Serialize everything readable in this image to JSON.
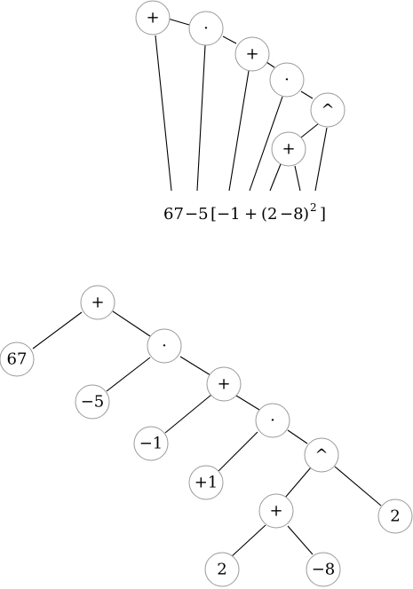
{
  "top_tree": {
    "nodes": [
      {
        "id": "t-plus-1",
        "label": "+"
      },
      {
        "id": "t-dot-1",
        "label": "·"
      },
      {
        "id": "t-plus-2",
        "label": "+"
      },
      {
        "id": "t-dot-2",
        "label": "·"
      },
      {
        "id": "t-pow",
        "label": "^"
      },
      {
        "id": "t-plus-3",
        "label": "+"
      }
    ],
    "expression": {
      "a": "67",
      "minus5": "−5",
      "lbracket": "[",
      "minus1": "−1",
      "plus": "+",
      "lparen": "(",
      "two": "2",
      "minus8": "−8",
      "rparen": ")",
      "exp": "2",
      "rbracket": "]"
    }
  },
  "bottom_tree": {
    "nodes": [
      {
        "id": "b-plus-1",
        "label": "+"
      },
      {
        "id": "b-67",
        "label": "67"
      },
      {
        "id": "b-dot-1",
        "label": "·"
      },
      {
        "id": "b-minus5",
        "label": "−5"
      },
      {
        "id": "b-plus-2",
        "label": "+"
      },
      {
        "id": "b-minus1",
        "label": "−1"
      },
      {
        "id": "b-dot-2",
        "label": "·"
      },
      {
        "id": "b-plus1",
        "label": "+1"
      },
      {
        "id": "b-pow",
        "label": "^"
      },
      {
        "id": "b-plus-3",
        "label": "+"
      },
      {
        "id": "b-two-exp",
        "label": "2"
      },
      {
        "id": "b-two",
        "label": "2"
      },
      {
        "id": "b-minus8",
        "label": "−8"
      }
    ]
  }
}
